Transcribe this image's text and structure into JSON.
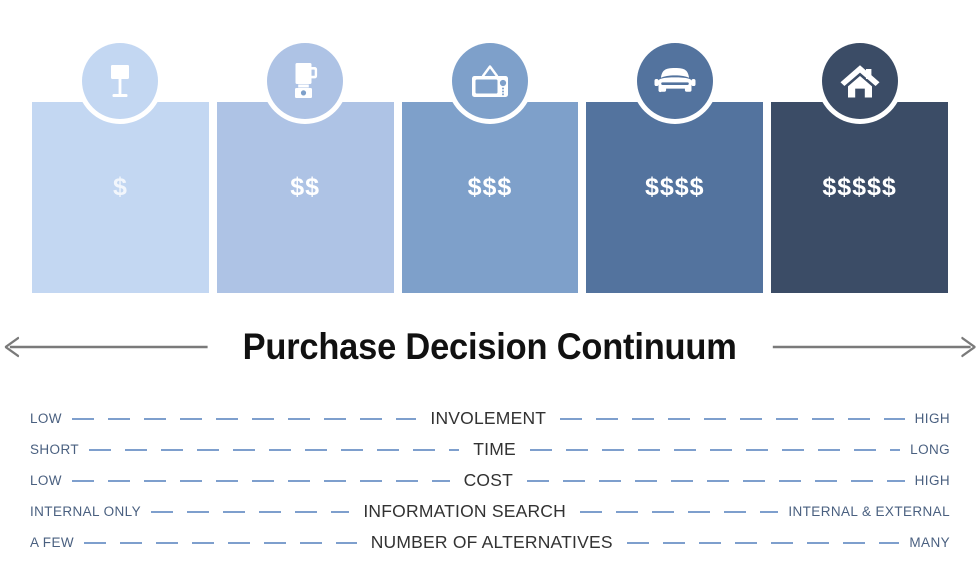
{
  "title": {
    "text": "Purchase Decision Continuum",
    "left_arrow_icon": "arrow-left-icon",
    "right_arrow_icon": "arrow-right-icon"
  },
  "bars": [
    {
      "icon": "lamp-icon",
      "price": "$",
      "color": "#c3d7f2",
      "circle_color": "#c3d7f2",
      "dollar_count": 1,
      "faint": true
    },
    {
      "icon": "blender-icon",
      "price": "$$",
      "color": "#aec3e5",
      "circle_color": "#aec3e5",
      "dollar_count": 2,
      "faint": false
    },
    {
      "icon": "tv-icon",
      "price": "$$$",
      "color": "#7ea0ca",
      "circle_color": "#7ea0ca",
      "dollar_count": 3,
      "faint": false
    },
    {
      "icon": "car-icon",
      "price": "$$$$",
      "color": "#53739e",
      "circle_color": "#53739e",
      "dollar_count": 4,
      "faint": false
    },
    {
      "icon": "house-icon",
      "price": "$$$$$",
      "color": "#3b4c66",
      "circle_color": "#3b4c66",
      "dollar_count": 5,
      "faint": false
    }
  ],
  "continuum_rows": [
    {
      "left": "LOW",
      "center": "INVOLEMENT",
      "right": "HIGH"
    },
    {
      "left": "SHORT",
      "center": "TIME",
      "right": "LONG"
    },
    {
      "left": "LOW",
      "center": "COST",
      "right": "HIGH"
    },
    {
      "left": "INTERNAL ONLY",
      "center": "INFORMATION SEARCH",
      "right": "INTERNAL & EXTERNAL"
    },
    {
      "left": "A FEW",
      "center": "NUMBER OF ALTERNATIVES",
      "right": "MANY"
    }
  ],
  "colors": {
    "bar_1": "#c3d7f2",
    "bar_2": "#aec3e5",
    "bar_3": "#7ea0ca",
    "bar_4": "#53739e",
    "bar_5": "#3b4c66",
    "side_label": "#4a6080",
    "center_label": "#323232",
    "dash": "#7e9fcd",
    "title": "#111111",
    "background": "#ffffff"
  }
}
